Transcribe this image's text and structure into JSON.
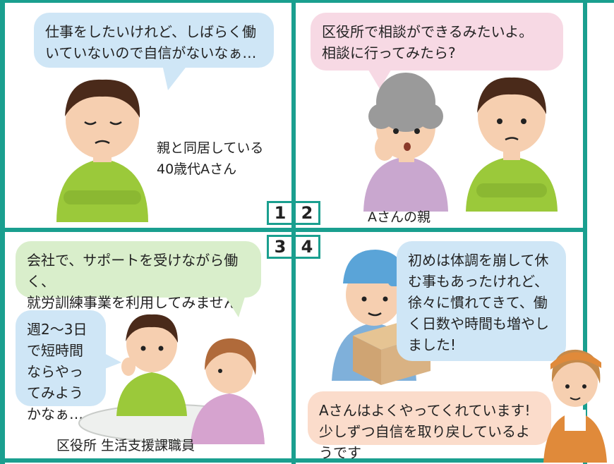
{
  "panels": [
    {
      "number": "1",
      "bubble": "仕事をしたいけれど、しばらく働いていないので自信がないなぁ…",
      "caption_line1": "親と同居している",
      "caption_line2": "40歳代Aさん"
    },
    {
      "number": "2",
      "bubble_line1": "区役所で相談ができるみたいよ。",
      "bubble_line2": "相談に行ってみたら?",
      "caption": "Aさんの親"
    },
    {
      "number": "3",
      "bubble_top_line1": "会社で、サポートを受けながら働く、",
      "bubble_top_line2": "就労訓練事業を利用してみませんか?",
      "bubble_left": "週2〜3日で短時間ならやってみようかなぁ…",
      "caption": "区役所 生活支援課職員"
    },
    {
      "number": "4",
      "bubble_right": "初めは体調を崩して休む事もあったけれど、徐々に慣れてきて、働く日数や時間も増やしました!",
      "bubble_bottom_line1": "Aさんはよくやってくれています!",
      "bubble_bottom_line2": "少しずつ自信を取り戻しているようです"
    }
  ],
  "colors": {
    "frame": "#1a9f8f",
    "shirt": "#9bc93a",
    "hair": "#4a2a1a",
    "skin": "#f6cfb0",
    "cap": "#5aa4d8",
    "box": "#d9b283"
  }
}
